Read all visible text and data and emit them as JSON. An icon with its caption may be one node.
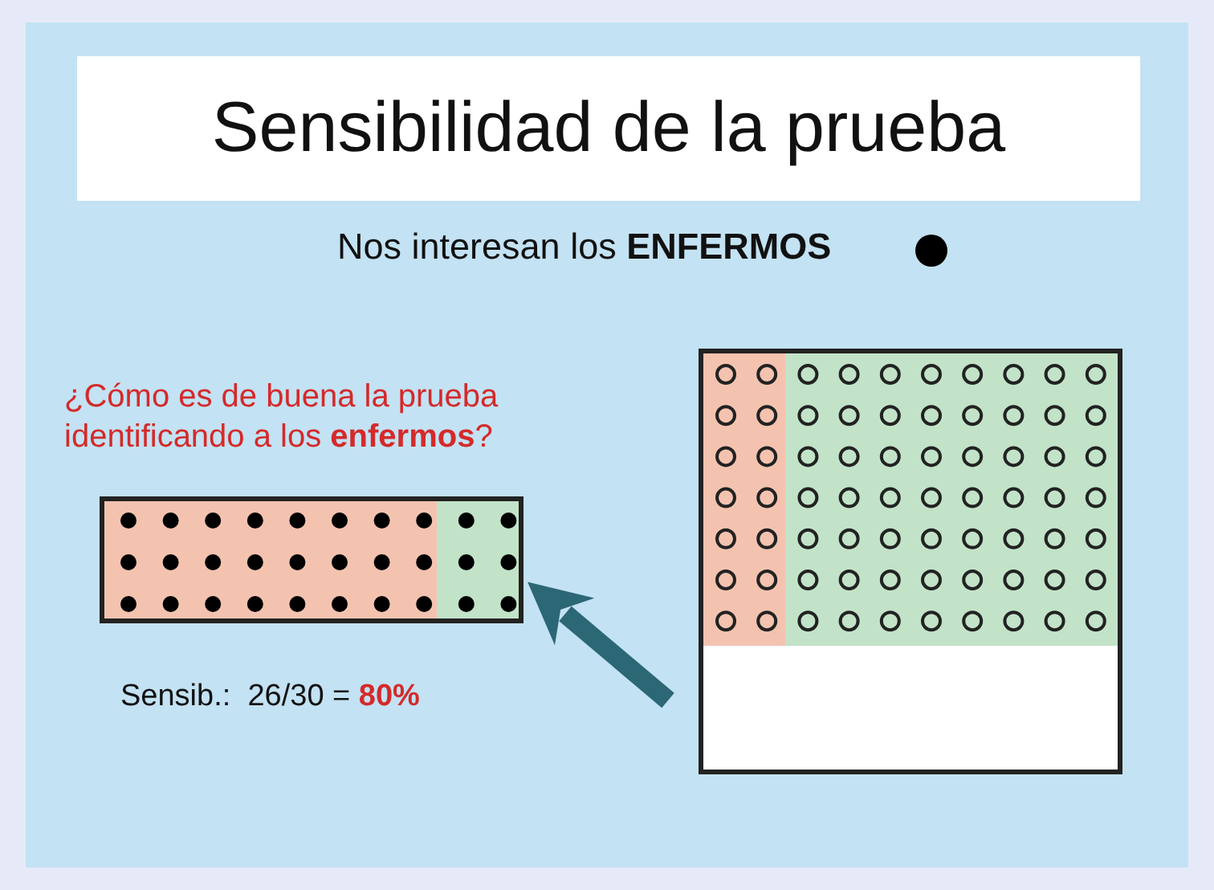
{
  "diagram": {
    "title": "Sensibilidad de la prueba",
    "nodes": [
      {
        "text": [],
        "shape": "box"
      },
      {
        "text": [],
        "shape": "box"
      }
    ],
    "edges": [
      {
        "from": 1,
        "to": 0,
        "arrow": "to"
      }
    ],
    "labels": [
      "Nos interesan los **ENFERMOS**",
      "¿Cómo es de buena la prueba identificando a los **enfermos**?",
      "Sensib.:  26/30 = **80%**"
    ]
  }
}
